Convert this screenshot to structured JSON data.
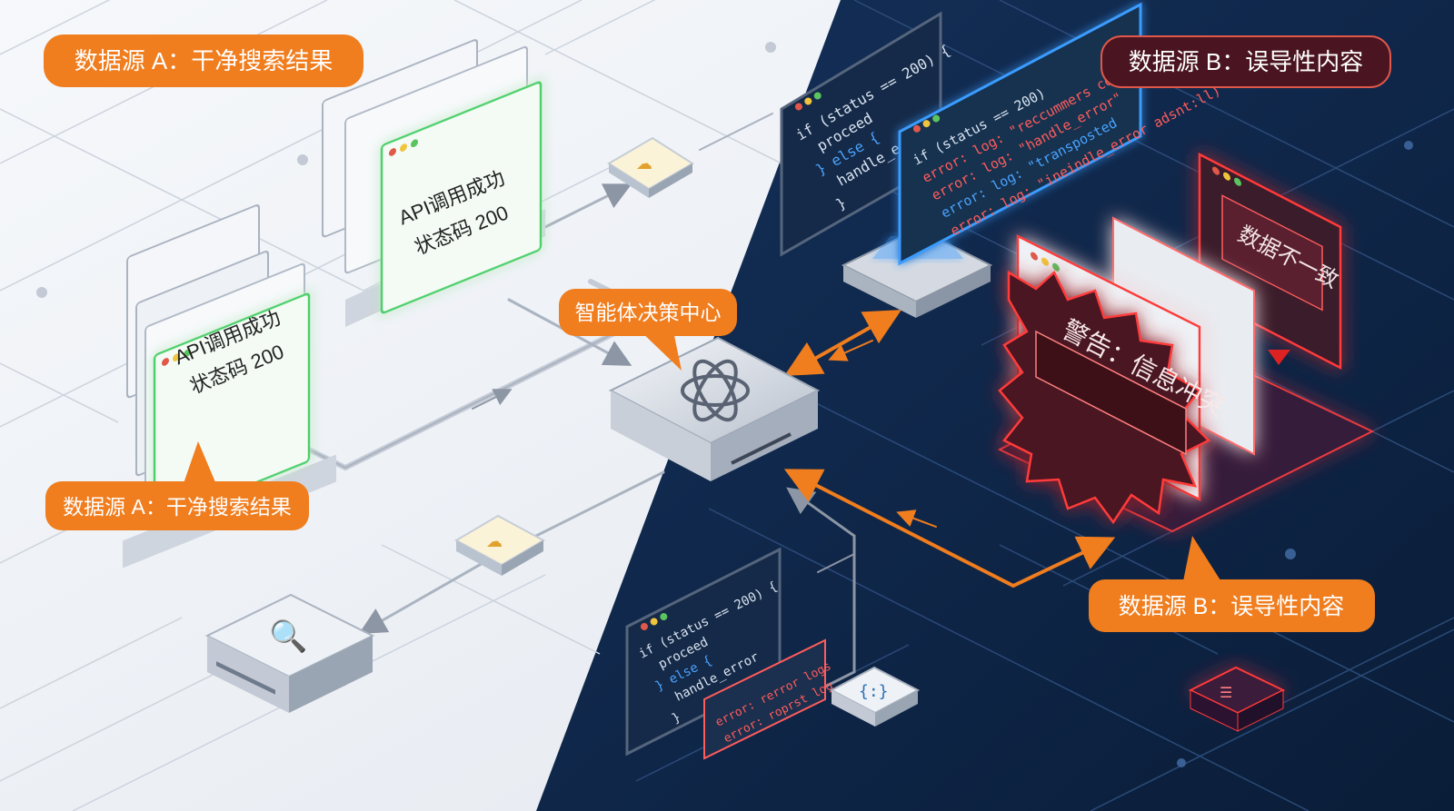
{
  "labels": {
    "source_a_top": "数据源 A：干净搜索结果",
    "source_a_bottom": "数据源 A：干净搜索结果",
    "source_b_top": "数据源 B：误导性内容",
    "source_b_bottom": "数据源 B：误导性内容",
    "decision_center": "智能体决策中心"
  },
  "clean_cards": {
    "front": [
      "API调用成功",
      "状态码 200"
    ],
    "back": [
      "API调用成功",
      "状态码 200"
    ]
  },
  "code_top_left": [
    "if (status == 200) {",
    "proceed",
    "} else {",
    "handle_error",
    "}"
  ],
  "code_top_right": [
    "if (status == 200)",
    "error: log: \"reccummers content",
    "error: log: \"handle_error\"",
    "error: log: \"transposted",
    "error: log: \"ineindle_error adsnt:ll)"
  ],
  "code_bottom": [
    "if (status == 200) {",
    "proceed",
    "} else {",
    "handle_error",
    "}"
  ],
  "error_log": [
    "error: rerror logs",
    "error: roprst log"
  ],
  "warning_card": "警告：信息冲突",
  "inconsistent_card": "数据不一致",
  "colors": {
    "orange": "#f07d1e",
    "dark_navy": "#0f2546",
    "clean_bg": "#eef1f5",
    "red_glow": "#ff3a3a",
    "green_glow": "#4cd06a",
    "code_blue": "#4aa3ff",
    "code_red": "#ff5c5c"
  },
  "icons": [
    "brain-knot-icon",
    "search-magnifier-icon",
    "cloud-api-icon",
    "cloud-db-icon",
    "curly-brace-icon",
    "server-warning-icon",
    "dropdown-triangle-icon"
  ]
}
